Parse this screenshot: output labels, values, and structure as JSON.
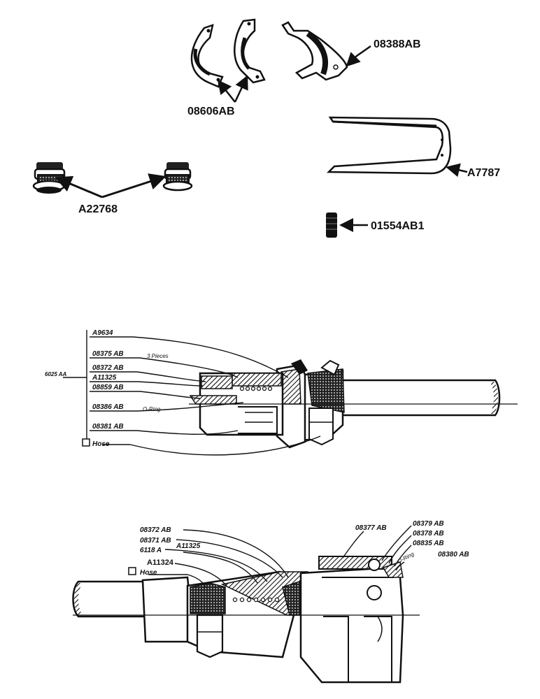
{
  "labels": {
    "clamp_pair": "08606AB",
    "bracket": "08388AB",
    "fitting": "A22768",
    "yoke": "A7787",
    "spring": "01554AB1"
  },
  "upper_coupling": {
    "callouts": [
      "A9634",
      "08375 AB",
      "08372 AB",
      "A11325",
      "08859 AB",
      "08386 AB",
      "08381 AB"
    ],
    "notes": [
      "3 Pieces",
      "O-Ring"
    ],
    "left_tag": "6025 AA",
    "hose_label": "Hose"
  },
  "lower_coupling": {
    "callouts_left": [
      "08372 AB",
      "08371 AB",
      "6118 A",
      "A11325",
      "A11324"
    ],
    "callouts_right": [
      "08377 AB",
      "08379 AB",
      "08378 AB",
      "08835 AB",
      "08380 AB"
    ],
    "right_note": "O-Ring",
    "hose_label": "Hose"
  }
}
